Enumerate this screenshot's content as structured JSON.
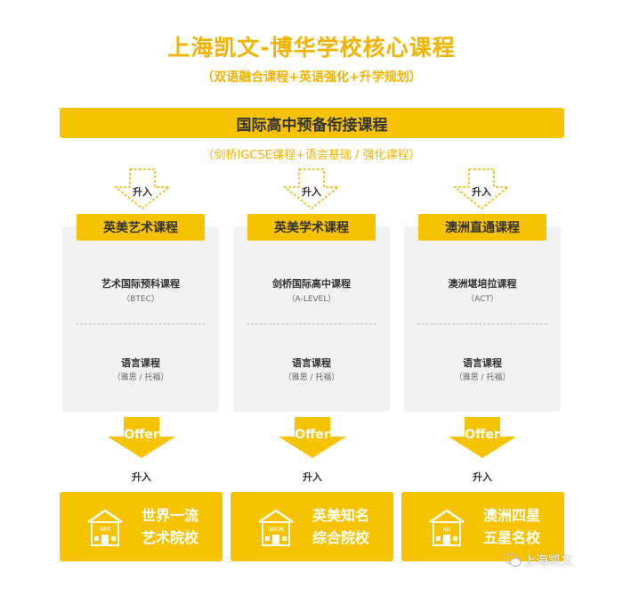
{
  "header": {
    "title": "上海凯文-博华学校核心课程",
    "subtitle": "（双语融合课程+英语强化+升学规划）"
  },
  "foundation": {
    "title": "国际高中预备衔接课程",
    "subtitle": "（剑桥IGCSE课程+语言基础 / 强化课程）"
  },
  "tracks": [
    {
      "up_label": "升入",
      "name": "英美艺术课程",
      "course": "艺术国际预科课程",
      "course_code": "（BTEC）",
      "language": "语言课程",
      "language_sub": "（雅思 / 托福）",
      "offer": "Offer",
      "offer_up": "升入",
      "badge": "ART",
      "school_line1": "世界一流",
      "school_line2": "艺术院校"
    },
    {
      "up_label": "升入",
      "name": "英美学术课程",
      "course": "剑桥国际高中课程",
      "course_code": "（A-LEVEL）",
      "language": "语言课程",
      "language_sub": "（雅思 / 托福）",
      "offer": "Offer",
      "offer_up": "升入",
      "badge": "US/UK",
      "school_line1": "英美知名",
      "school_line2": "综合院校"
    },
    {
      "up_label": "升入",
      "name": "澳洲直通课程",
      "course": "澳洲堪培拉课程",
      "course_code": "（ACT）",
      "language": "语言课程",
      "language_sub": "（雅思 / 托福）",
      "offer": "Offer",
      "offer_up": "升入",
      "badge": "AU",
      "school_line1": "澳洲四星",
      "school_line2": "五星名校"
    }
  ],
  "watermark": "上海凯文",
  "colors": {
    "accent": "#f7c300",
    "title": "#f2b400",
    "card": "#f2f2f2"
  }
}
